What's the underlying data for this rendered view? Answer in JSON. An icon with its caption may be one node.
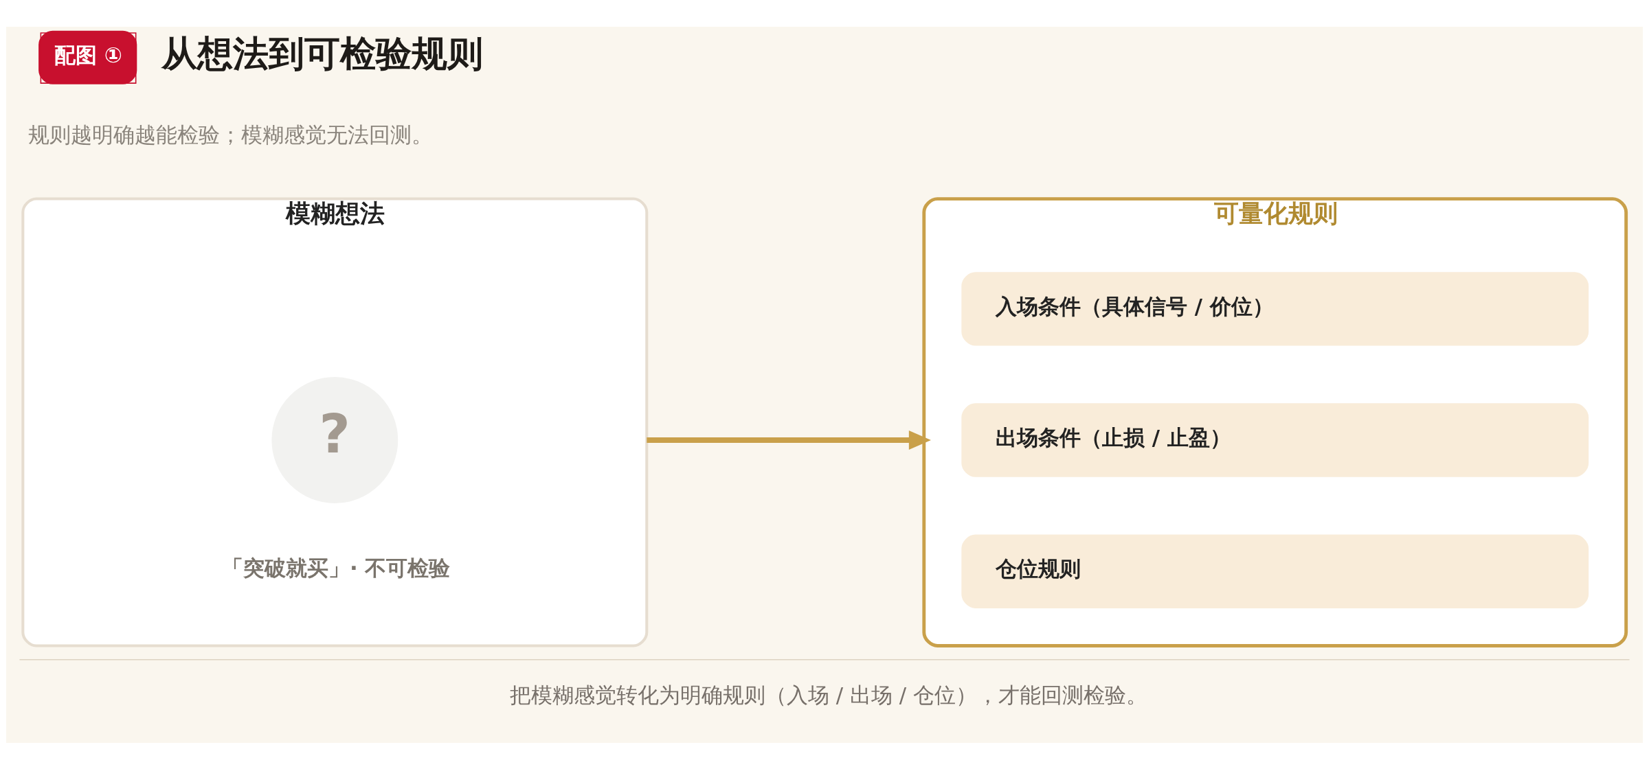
{
  "diagram": {
    "title": "从想法到可检验规则",
    "caption": "把模糊感觉转化为明确规则（入场 / 出场 / 仓位），才能回测检验。",
    "nodes": [
      {
        "text": [
          "模糊想法"
        ]
      },
      {
        "text": [
          "?"
        ],
        "in": 0,
        "beside": [
          "「突破就买」· 不可检验"
        ]
      },
      {
        "text": [
          "可量化规则"
        ]
      },
      {
        "text": [
          "入场条件（具体信号 / 价位）"
        ],
        "in": 2
      },
      {
        "text": [
          "出场条件（止损 / 止盈）"
        ],
        "in": 2
      },
      {
        "text": [
          "仓位规则"
        ],
        "in": 2
      }
    ],
    "edges": [
      {
        "from": 0,
        "to": 2,
        "arrow": "to"
      }
    ],
    "labels": [
      "配图 ①",
      "规则越明确越能检验；模糊感觉无法回测。"
    ]
  }
}
